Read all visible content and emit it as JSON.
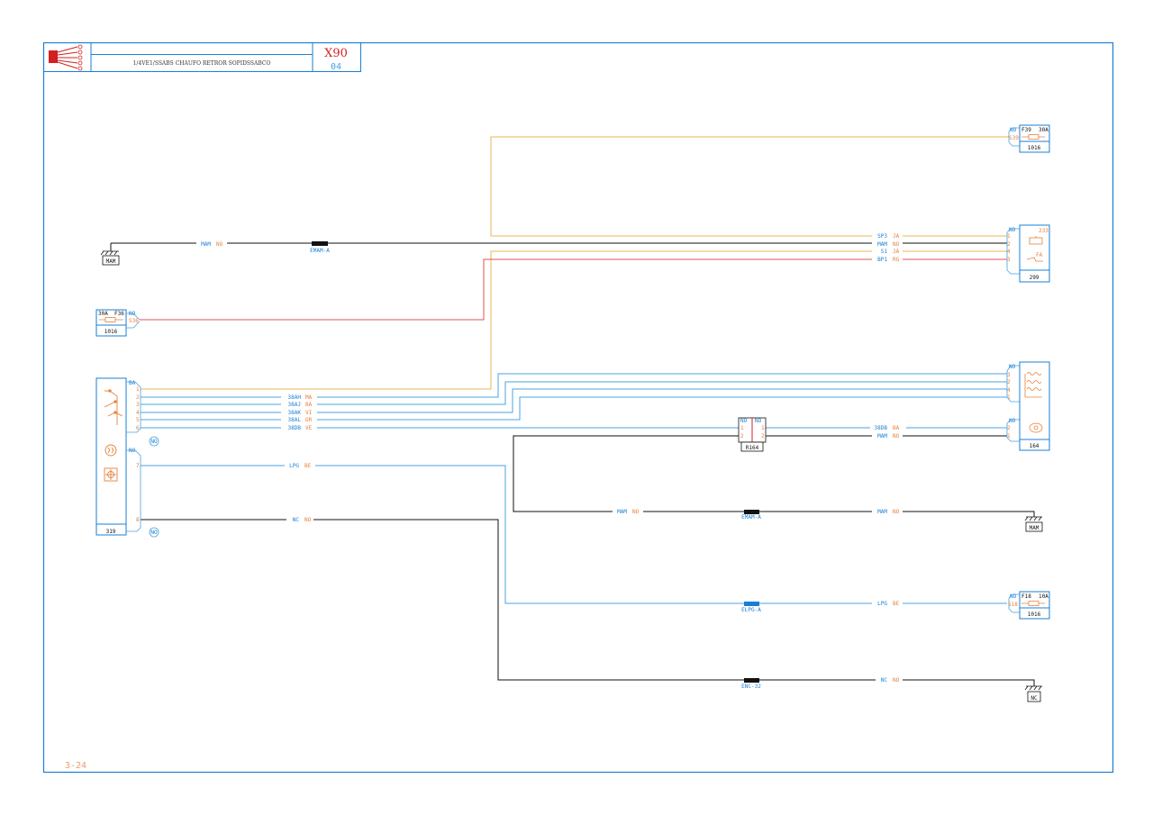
{
  "header": {
    "title": "1/4VE1/SSABS CHAUFO RETROR SOPIDSSABCO",
    "code": "X90",
    "sub": "04"
  },
  "footer": {
    "page": "3-24"
  },
  "colors": {
    "frame": "#1a7fd4",
    "wire_black": "#111111",
    "wire_blue": "#4aa3e0",
    "wire_yellow": "#e8b45a",
    "wire_red": "#e05050",
    "label_blue": "#1a7fd4",
    "label_orange": "#e8803a",
    "accent_red": "#d32020"
  },
  "icons": {
    "logo": "connector-logo-icon",
    "ground": "ground-icon",
    "fuse": "fuse-icon",
    "relay": "relay-icon",
    "heater": "heater-element-icon",
    "motor": "motor-icon",
    "switch": "switch-icon"
  },
  "components": {
    "fuse_f39": {
      "name": "F39",
      "rating": "30A",
      "pin_no": "NO",
      "pin": "S39",
      "ref": "1016"
    },
    "relay_299": {
      "pin_no": "NO",
      "pins": [
        "1",
        "2",
        "4",
        "3"
      ],
      "num": "233",
      "ref": "299",
      "label": "FA"
    },
    "fuse_f36": {
      "name": "F36",
      "rating": "30A",
      "pin_no": "NO",
      "pin": "S36",
      "ref": "1016"
    },
    "switch_319": {
      "pin_ba": "BA",
      "pins": [
        "1",
        "2",
        "3",
        "4",
        "5",
        "6"
      ],
      "pin_no": "NO",
      "pins2": [
        "7",
        "8"
      ],
      "ref": "319",
      "badge": "NO"
    },
    "heater_164": {
      "pin_no": "NO",
      "pins": [
        "3",
        "2",
        "4",
        "1"
      ],
      "pin_no2": "NO",
      "pins2": [
        "2",
        "1"
      ],
      "ref": "164"
    },
    "conn_r164": {
      "left_no": "NO",
      "right_no": "NO",
      "left_pins": [
        "1",
        "2"
      ],
      "right_pins": [
        "1",
        "2"
      ],
      "ref": "R164"
    },
    "fuse_f18": {
      "name": "F18",
      "rating": "10A",
      "pin_no": "NO",
      "pin": "S18",
      "ref": "1016"
    },
    "ground_mam_left": {
      "label": "MAM"
    },
    "ground_mam_right": {
      "label": "MAM"
    },
    "ground_nc": {
      "label": "NC"
    }
  },
  "wires": {
    "w_sp3": {
      "code": "SP3",
      "color": "JA"
    },
    "w_mam_top": {
      "code": "MAM",
      "color": "NO"
    },
    "w_s1": {
      "code": "S1",
      "color": "JA"
    },
    "w_bp1": {
      "code": "BP1",
      "color": "RG"
    },
    "w_mam_left": {
      "code": "MAM",
      "color": "NO"
    },
    "w_38ah": {
      "code": "38AH",
      "color": "MA"
    },
    "w_38aj": {
      "code": "38AJ",
      "color": "BA"
    },
    "w_38ak": {
      "code": "38AK",
      "color": "VI"
    },
    "w_38al": {
      "code": "38AL",
      "color": "OR"
    },
    "w_38db_l": {
      "code": "38DB",
      "color": "VE"
    },
    "w_38db_r": {
      "code": "38DB",
      "color": "BA"
    },
    "w_mam_r164": {
      "code": "MAM",
      "color": "NO"
    },
    "w_lpg_left": {
      "code": "LPG",
      "color": "BE"
    },
    "w_nc_left": {
      "code": "NC",
      "color": "NO"
    },
    "w_mam_mid_l": {
      "code": "MAM",
      "color": "NO"
    },
    "w_mam_mid_r": {
      "code": "MAM",
      "color": "NO"
    },
    "w_lpg_right": {
      "code": "LPG",
      "color": "BE"
    },
    "w_nc_right": {
      "code": "NC",
      "color": "NO"
    }
  },
  "splices": {
    "emam_top": "EMAM-A",
    "emam_mid": "EMAM-A",
    "elpg": "ELPG-A",
    "enc": "ENC-32"
  }
}
